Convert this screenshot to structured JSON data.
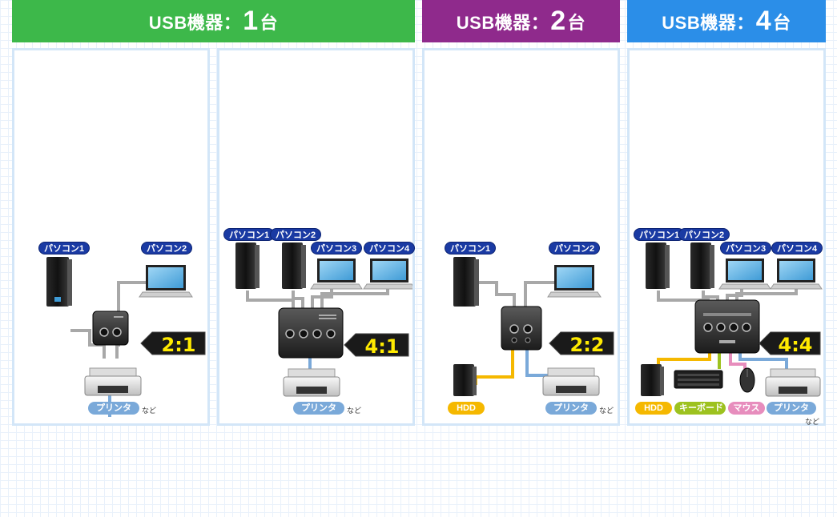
{
  "headers": [
    {
      "prefix": "USB機器：",
      "num": "1",
      "suffix": "台",
      "color": "#3db84a"
    },
    {
      "prefix": "USB機器：",
      "num": "2",
      "suffix": "台",
      "color": "#8f2a8c"
    },
    {
      "prefix": "USB機器：",
      "num": "4",
      "suffix": "台",
      "color": "#2b8ee8"
    }
  ],
  "panels": [
    {
      "ratio": "2:1",
      "pc_labels": [
        "パソコン1",
        "パソコン2"
      ],
      "device_labels": [
        "プリンタ"
      ],
      "nado": "など"
    },
    {
      "ratio": "4:1",
      "pc_labels": [
        "パソコン1",
        "パソコン2",
        "パソコン3",
        "パソコン4"
      ],
      "device_labels": [
        "プリンタ"
      ],
      "nado": "など"
    },
    {
      "ratio": "2:2",
      "pc_labels": [
        "パソコン1",
        "パソコン2"
      ],
      "device_labels": [
        "HDD",
        "プリンタ"
      ],
      "nado": "など"
    },
    {
      "ratio": "4:4",
      "pc_labels": [
        "パソコン1",
        "パソコン2",
        "パソコン3",
        "パソコン4"
      ],
      "device_labels": [
        "HDD",
        "キーボード",
        "マウス",
        "プリンタ"
      ],
      "nado": "など"
    }
  ],
  "colors": {
    "line_gray": "#a8a8a8",
    "line_blue": "#7aa9d9",
    "line_yellow": "#f5b800",
    "line_green": "#9dc21f",
    "line_pink": "#e78dbd"
  }
}
